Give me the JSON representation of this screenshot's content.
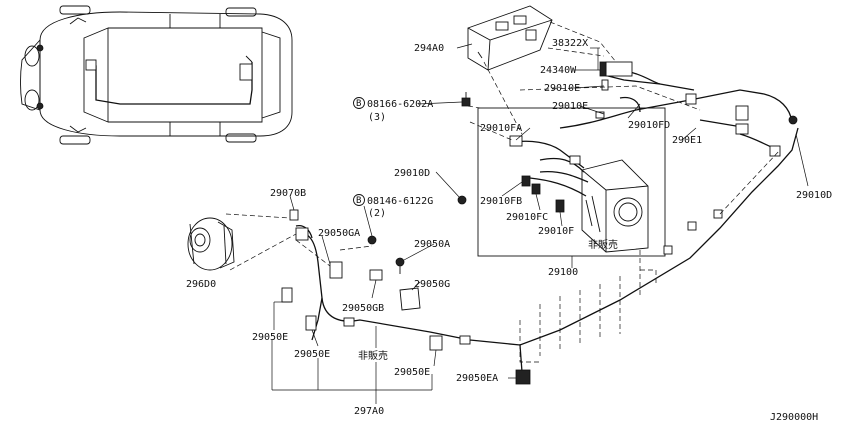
{
  "diagram": {
    "labels": {
      "p294A0": "294A0",
      "p38322X": "38322X",
      "p24340W": "24340W",
      "p29010E_a": "29010E",
      "p29010E_b": "29010E",
      "p29010FD": "29010FD",
      "p08166": "08166-6202A",
      "p08166_qty": "(3)",
      "p29010FA": "29010FA",
      "p290E1": "290E1",
      "p29010D_left": "29010D",
      "p29010D_right": "29010D",
      "p29070B": "29070B",
      "p08146": "08146-6122G",
      "p08146_qty": "(2)",
      "p29010FB": "29010FB",
      "p29010FC": "29010FC",
      "p29010F": "29010F",
      "p29050GA": "29050GA",
      "p29050A": "29050A",
      "p29100": "29100",
      "p296D0": "296D0",
      "p29050G": "29050G",
      "p29050GB": "29050GB",
      "p29050E_a": "29050E",
      "p29050E_b": "29050E",
      "p29050E_c": "29050E",
      "p29050EA": "29050EA",
      "p297A0": "297A0",
      "not_for_sale_a": "非販売",
      "not_for_sale_b": "非販売",
      "bolt_marker_a": "B",
      "bolt_marker_b": "B"
    },
    "diagram_code": "J290000H"
  }
}
